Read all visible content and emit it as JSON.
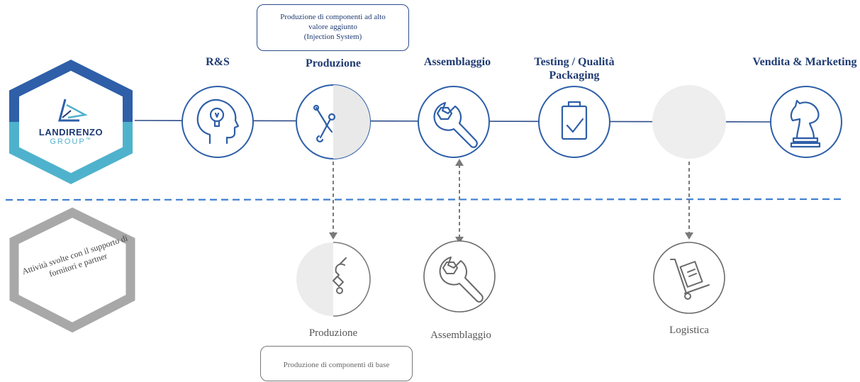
{
  "brand": {
    "line1": "LANDIRENZO",
    "line2": "GROUP",
    "tm": "™"
  },
  "partner_hex_text": "Attività svolte con il supporto di fornitori e partner",
  "notes": {
    "top_line1": "Produzione di componenti ad alto",
    "top_line2": "valore aggiunto",
    "top_line3": "(Injection System)",
    "bottom": "Produzione di componenti di base"
  },
  "top_steps": {
    "rs": "R&S",
    "produzione": "Produzione",
    "assemblaggio": "Assemblaggio",
    "testing_line1": "Testing / Qualità",
    "testing_line2": "Packaging",
    "vendita": "Vendita & Marketing"
  },
  "bottom_steps": {
    "produzione": "Produzione",
    "assemblaggio": "Assemblaggio",
    "logistica": "Logistica"
  },
  "colors": {
    "navy": "#1f3b72",
    "blue": "#2e5fa8",
    "teal": "#4fb2cc",
    "gray": "#9a9a9a",
    "dash": "#3f7fd0"
  },
  "icons": {
    "rs": "head-lightbulb-icon",
    "produzione": "tools-icon",
    "assemblaggio": "wrench-nut-icon",
    "testing": "clipboard-check-icon",
    "logistica_top": "blank-circle",
    "vendita": "chess-knight-icon",
    "produzione_bottom": "wrench-icon",
    "assemblaggio_bottom": "wrench-nut-icon",
    "logistica_bottom": "hand-truck-icon"
  }
}
